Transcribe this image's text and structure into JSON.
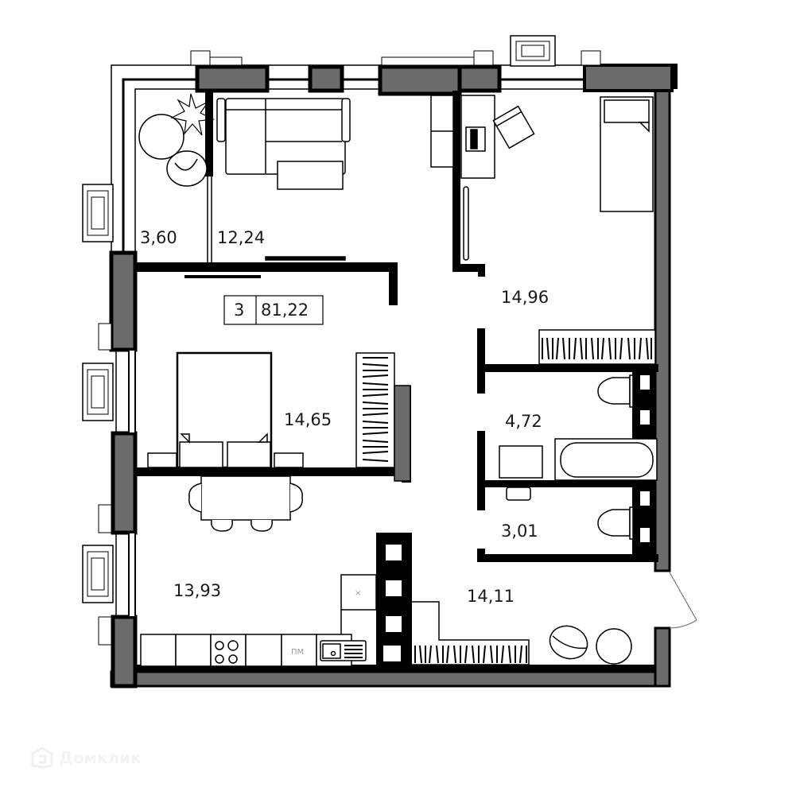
{
  "plan": {
    "rooms_count": "3",
    "total_area": "81,22",
    "colors": {
      "wall_black": "#000000",
      "wall_fill_gray": "#6b6b6b",
      "line": "#111111",
      "background": "#ffffff",
      "watermark": "#f3f3f3"
    },
    "rooms": [
      {
        "id": "balcony",
        "area": "3,60"
      },
      {
        "id": "living-room",
        "area": "12,24"
      },
      {
        "id": "kids-bedroom",
        "area": "14,96"
      },
      {
        "id": "master-bedroom",
        "area": "14,65"
      },
      {
        "id": "bathroom",
        "area": "4,72"
      },
      {
        "id": "toilet",
        "area": "3,01"
      },
      {
        "id": "kitchen",
        "area": "13,93"
      },
      {
        "id": "hallway",
        "area": "14,11"
      }
    ],
    "appliances": {
      "dishwasher": "ПМ",
      "washer_mark": "×"
    }
  },
  "watermark": {
    "brand": "Домклик",
    "icon": "house-logo-icon"
  }
}
